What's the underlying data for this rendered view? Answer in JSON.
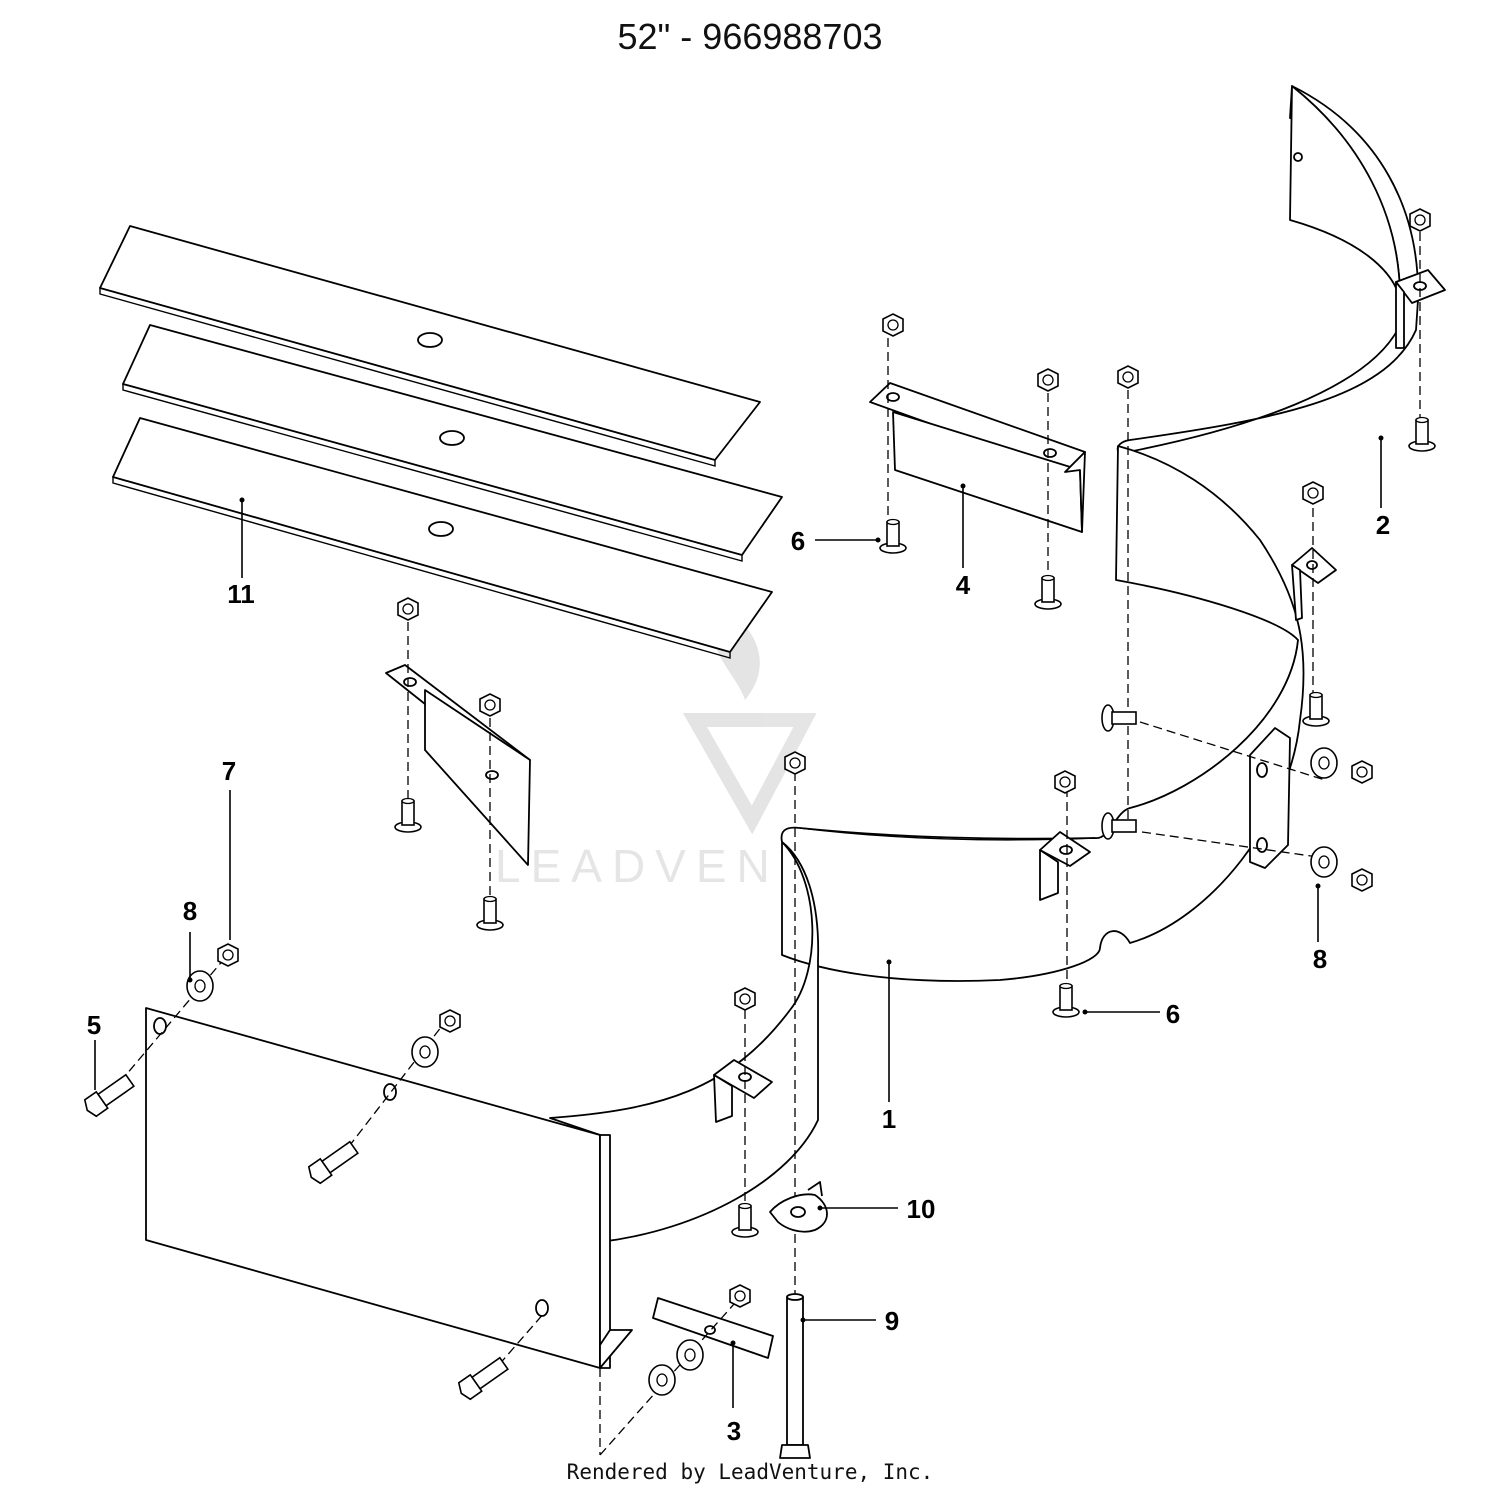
{
  "title": "52\" - 966988703",
  "footer": "Rendered by LeadVenture, Inc.",
  "watermark": "LEADVENTURE",
  "callouts": [
    {
      "id": "c1",
      "label": "1"
    },
    {
      "id": "c2",
      "label": "2"
    },
    {
      "id": "c3",
      "label": "3"
    },
    {
      "id": "c4",
      "label": "4"
    },
    {
      "id": "c5",
      "label": "5"
    },
    {
      "id": "c6a",
      "label": "6"
    },
    {
      "id": "c6b",
      "label": "6"
    },
    {
      "id": "c7",
      "label": "7"
    },
    {
      "id": "c8a",
      "label": "8"
    },
    {
      "id": "c8b",
      "label": "8"
    },
    {
      "id": "c9",
      "label": "9"
    },
    {
      "id": "c10",
      "label": "10"
    },
    {
      "id": "c11",
      "label": "11"
    }
  ]
}
